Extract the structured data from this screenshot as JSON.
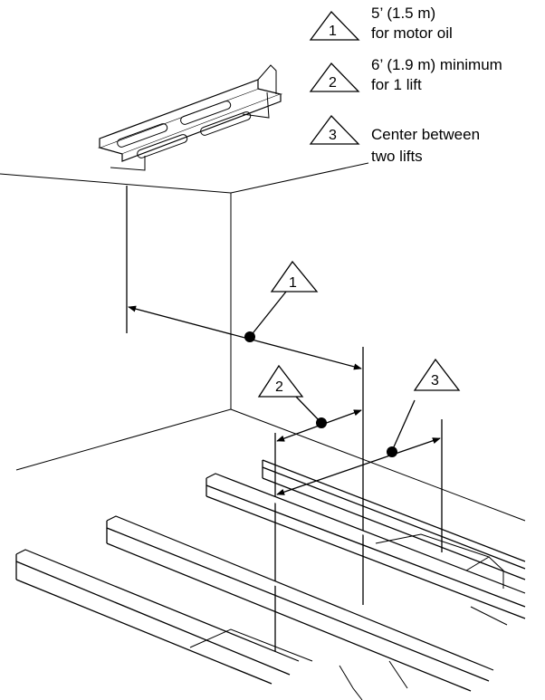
{
  "legend": [
    {
      "number": "1",
      "line1": "5’ (1.5 m)",
      "line2": "for motor oil"
    },
    {
      "number": "2",
      "line1": "6’ (1.9 m) minimum",
      "line2": "for 1 lift"
    },
    {
      "number": "3",
      "line1": "Center  between",
      "line2": "two lifts"
    }
  ],
  "callouts": [
    {
      "number": "1"
    },
    {
      "number": "2"
    },
    {
      "number": "3"
    }
  ]
}
